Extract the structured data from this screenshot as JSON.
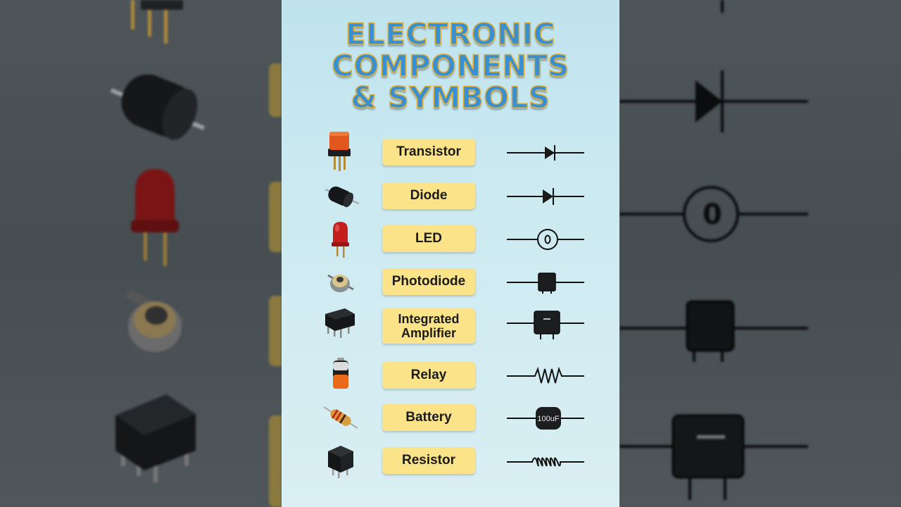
{
  "title_lines": [
    "ELECTRONIC",
    "COMPONENTS",
    "& SYMBOLS"
  ],
  "components": [
    {
      "label": "Transistor",
      "component_icon": "orange-transistor-icon",
      "symbol_icon": "diode-symbol-icon"
    },
    {
      "label": "Diode",
      "component_icon": "black-cylinder-diode-icon",
      "symbol_icon": "diode-symbol-icon"
    },
    {
      "label": "LED",
      "component_icon": "red-led-icon",
      "symbol_icon": "circle-o-symbol-icon"
    },
    {
      "label": "Photodiode",
      "component_icon": "round-photodiode-icon",
      "symbol_icon": "square-box-symbol-icon"
    },
    {
      "label": "Integrated Amplifier",
      "component_icon": "dip-chip-icon",
      "symbol_icon": "box-with-dash-symbol-icon"
    },
    {
      "label": "Relay",
      "component_icon": "battery-cell-icon",
      "symbol_icon": "resistor-zigzag-symbol-icon"
    },
    {
      "label": "Battery",
      "component_icon": "striped-resistor-icon",
      "symbol_icon": "capacitor-100uf-symbol-icon"
    },
    {
      "label": "Resistor",
      "component_icon": "black-cube-relay-icon",
      "symbol_icon": "inductor-coil-symbol-icon"
    }
  ],
  "capacitor_text": "100uF",
  "colors": {
    "card_bg": "#cdeaf1",
    "title_fill": "#3a8fd1",
    "title_outline": "#e2b23a",
    "label_bg": "#fbe38a",
    "side_bg": "#4a5257"
  }
}
